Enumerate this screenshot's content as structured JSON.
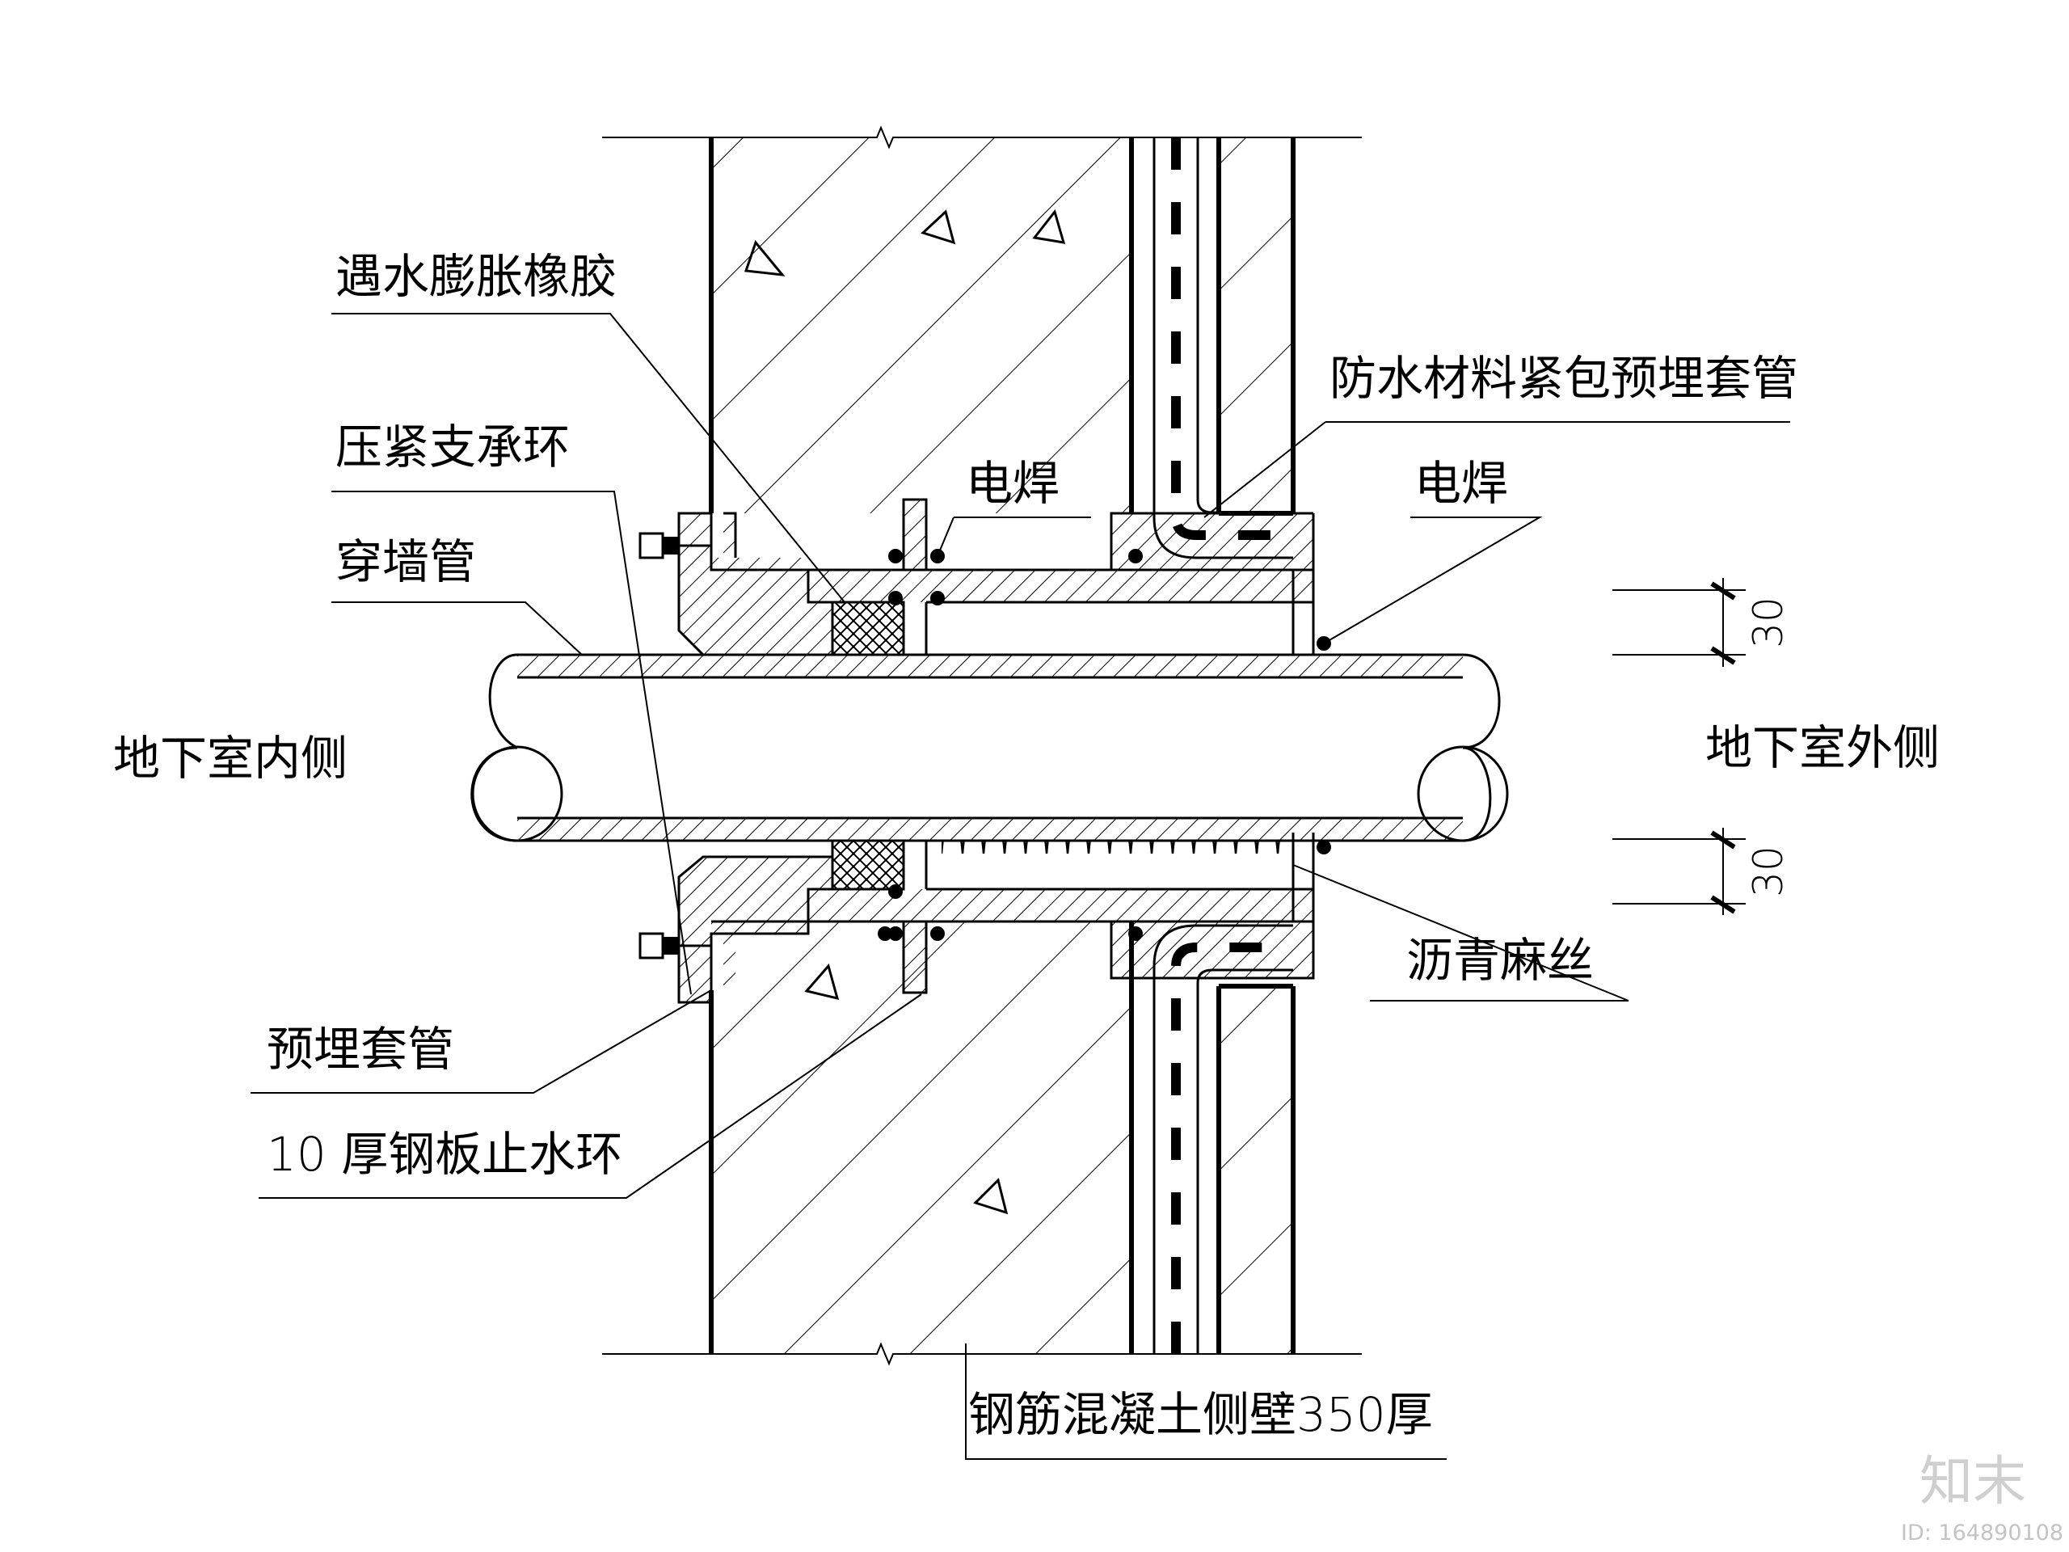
{
  "labels": {
    "swelling_rubber": "遇水膨胀橡胶",
    "waterproof_wrap": "防水材料紧包预埋套管",
    "press_ring": "压紧支承环",
    "weld_left": "电焊",
    "weld_right": "电焊",
    "wall_pipe": "穿墙管",
    "inner_side": "地下室内侧",
    "outer_side": "地下室外侧",
    "asphalt_hemp": "沥青麻丝",
    "embedded_sleeve": "预埋套管",
    "steel_water_ring": "10 厚钢板止水环",
    "wall_spec": "钢筋混凝土侧壁350厚"
  },
  "dimensions": {
    "top_gap": "30",
    "bottom_gap": "30"
  },
  "watermark": {
    "brand": "知末",
    "id": "ID: 164890108"
  }
}
